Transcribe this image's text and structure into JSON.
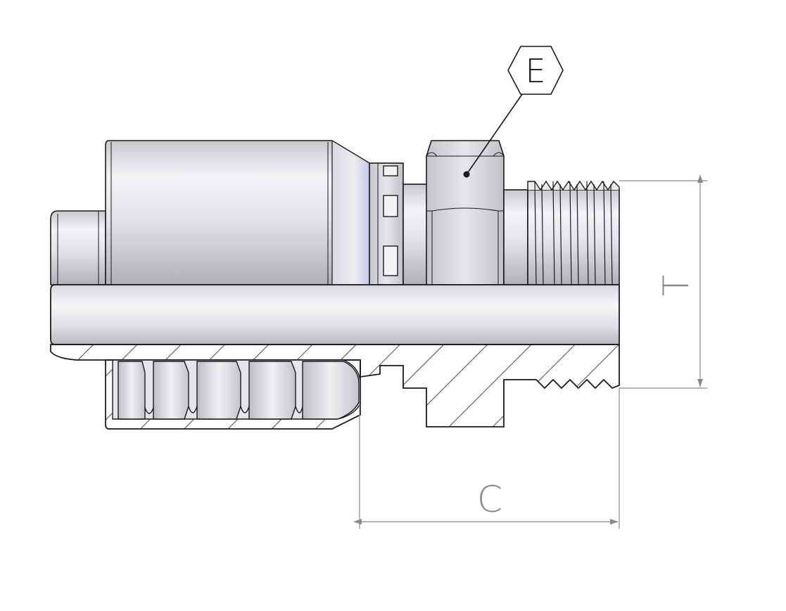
{
  "labels": {
    "hex_callout": "E",
    "length_dim": "C",
    "thread_dim": "T"
  },
  "colors": {
    "outline": "#1a1a1a",
    "dimension": "#8a8a8a",
    "metal_light": "#f2f2f5",
    "metal_mid": "#d2d2d8",
    "metal_dark": "#b4b4bc",
    "hatch": "#1a1a1a"
  }
}
